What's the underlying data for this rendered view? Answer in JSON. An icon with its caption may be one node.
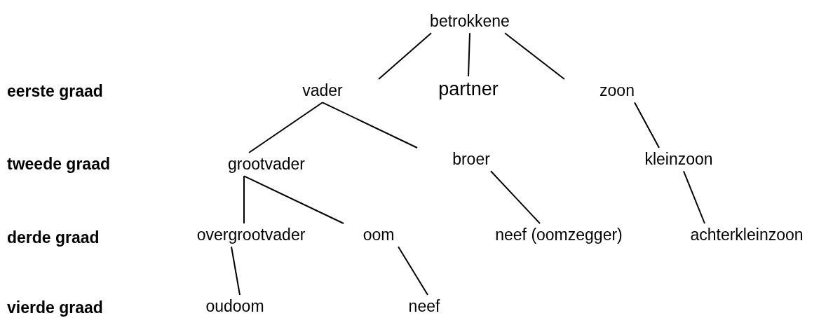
{
  "diagram": {
    "nodes": [
      {
        "text": [
          "betrokkene"
        ]
      },
      {
        "text": [
          "vader"
        ]
      },
      {
        "text": [
          "partner"
        ]
      },
      {
        "text": [
          "zoon"
        ]
      },
      {
        "text": [
          "grootvader"
        ]
      },
      {
        "text": [
          "broer"
        ]
      },
      {
        "text": [
          "kleinzoon"
        ]
      },
      {
        "text": [
          "overgrootvader"
        ]
      },
      {
        "text": [
          "oom"
        ]
      },
      {
        "text": [
          "neef (oomzegger)"
        ]
      },
      {
        "text": [
          "achterkleinzoon"
        ]
      },
      {
        "text": [
          "oudoom"
        ]
      },
      {
        "text": [
          "neef"
        ]
      }
    ],
    "edges": [
      {
        "from": 0,
        "to": 1,
        "arrow": "none"
      },
      {
        "from": 0,
        "to": 2,
        "arrow": "none"
      },
      {
        "from": 0,
        "to": 3,
        "arrow": "none"
      },
      {
        "from": 1,
        "to": 4,
        "arrow": "none"
      },
      {
        "from": 1,
        "to": 5,
        "arrow": "none"
      },
      {
        "from": 3,
        "to": 6,
        "arrow": "none"
      },
      {
        "from": 4,
        "to": 7,
        "arrow": "none"
      },
      {
        "from": 4,
        "to": 8,
        "arrow": "none"
      },
      {
        "from": 5,
        "to": 9,
        "arrow": "none"
      },
      {
        "from": 6,
        "to": 10,
        "arrow": "none"
      },
      {
        "from": 7,
        "to": 11,
        "arrow": "none"
      },
      {
        "from": 8,
        "to": 12,
        "arrow": "none"
      }
    ],
    "labels": [
      "eerste graad",
      "tweede graad",
      "derde graad",
      "vierde graad"
    ]
  }
}
